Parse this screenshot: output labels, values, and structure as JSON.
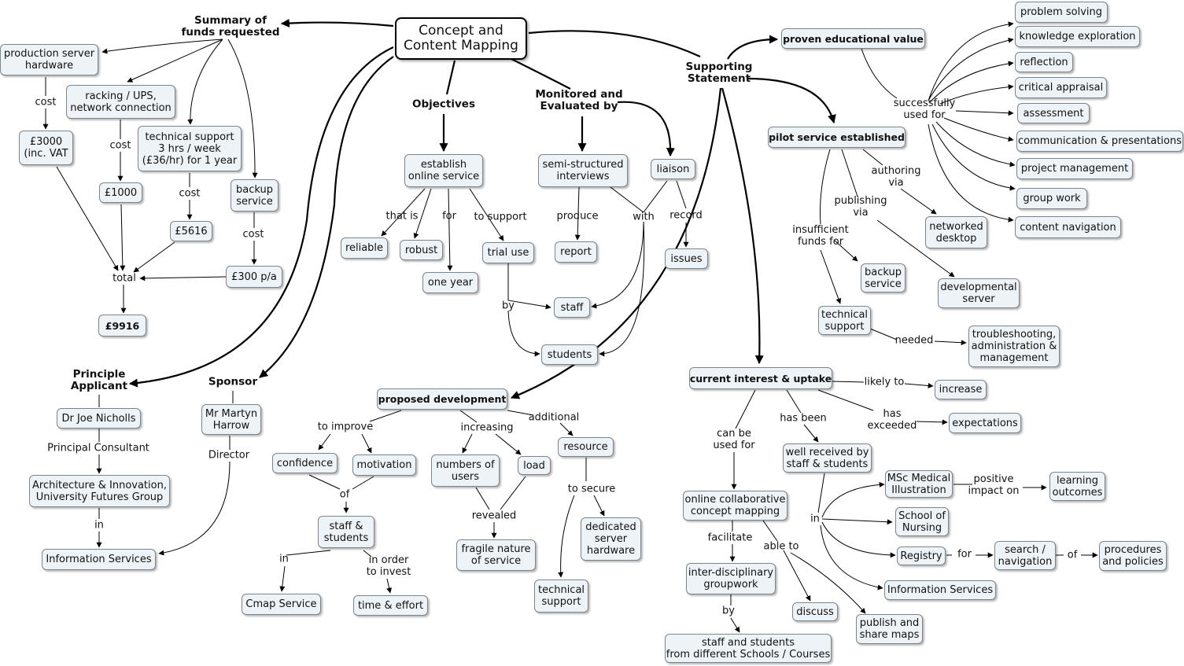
{
  "concept_map": {
    "nodes": {
      "root": "Concept and\nContent Mapping",
      "prod_server": "production server\nhardware",
      "c3000": "£3000\n(inc. VAT",
      "racking": "racking / UPS,\nnetwork connection",
      "c1000": "£1000",
      "tech_support_top": "technical support\n3 hrs / week\n(£36/hr) for 1 year",
      "c5616": "£5616",
      "backup_top": "backup\nservice",
      "c300": "£300 p/a",
      "total9916": "£9916",
      "establish": "establish\nonline service",
      "reliable": "reliable",
      "robust": "robust",
      "one_year": "one year",
      "trial_use": "trial use",
      "staff": "staff",
      "students": "students",
      "semi": "semi-structured\ninterviews",
      "report": "report",
      "liaison": "liaison",
      "issues": "issues",
      "proven": "proven educational value",
      "pilot": "pilot service established",
      "networked": "networked\ndesktop",
      "developmental": "developmental\nserver",
      "backup_mid": "backup\nservice",
      "tech_support_mid": "technical\nsupport",
      "troubleshooting": "troubleshooting,\nadministration &\nmanagement",
      "ps": "problem solving",
      "ke": "knowledge exploration",
      "refl": "reflection",
      "ca": "critical appraisal",
      "assess": "assessment",
      "comm": "communication & presentations",
      "pm": "project management",
      "gw": "group work",
      "cn": "content navigation",
      "current": "current interest & uptake",
      "increase": "increase",
      "expectations": "expectations",
      "well_received": "well received by\nstaff & students",
      "msc": "MSc Medical\nIllustration",
      "learning_outcomes": "learning\noutcomes",
      "nursing": "School of\nNursing",
      "registry": "Registry",
      "search_nav": "search /\nnavigation",
      "procedures": "procedures\nand policies",
      "info_services_right": "Information Services",
      "online_collab": "online collaborative\nconcept mapping",
      "interdisciplinary": "inter-disciplinary\ngroupwork",
      "discuss": "discuss",
      "publish_share": "publish and\nshare maps",
      "staff_students_schools": "staff and students\nfrom different Schools / Courses",
      "proposed": "proposed development",
      "confidence": "confidence",
      "motivation": "motivation",
      "staff_students": "staff &\nstudents",
      "cmap": "Cmap Service",
      "time_effort": "time & effort",
      "numbers": "numbers of\nusers",
      "load": "load",
      "fragile": "fragile nature\nof service",
      "resource": "resource",
      "dedicated": "dedicated\nserver\nhardware",
      "tech_support_bottom": "technical\nsupport",
      "joe": "Dr Joe Nicholls",
      "arch": "Architecture & Innovation,\nUniversity Futures Group",
      "info_services_left": "Information Services",
      "martyn": "Mr Martyn\nHarrow"
    },
    "labels": {
      "summary": "Summary of\nfunds requested",
      "objectives": "Objectives",
      "monitored": "Monitored and\nEvaluated by",
      "supporting": "Supporting\nStatement",
      "principle": "Principle\nApplicant",
      "sponsor": "Sponsor",
      "cost1": "cost",
      "cost2": "cost",
      "cost3": "cost",
      "cost4": "cost",
      "total": "total",
      "that_is": "that is",
      "for1": "for",
      "to_support": "to support",
      "by1": "by",
      "produce": "produce",
      "with": "with",
      "record": "record",
      "successfully": "successfully\nused for",
      "authoring": "authoring\nvia",
      "publishing": "publishing\nvia",
      "insufficient": "insufficient\nfunds for",
      "needed": "needed",
      "likely_to": "likely to",
      "has_exceeded": "has\nexceeded",
      "has_been": "has been",
      "can_be_used": "can be\nused for",
      "in_right": "in",
      "positive_impact": "positive\nimpact on",
      "for2": "for",
      "of_right": "of",
      "facilitate": "facilitate",
      "able_to": "able to",
      "by2": "by",
      "to_improve": "to improve",
      "increasing": "increasing",
      "additional": "additional",
      "of_mid": "of",
      "in_mid": "in",
      "in_order": "in order\nto invest",
      "revealed": "revealed",
      "to_secure": "to secure",
      "principal_consultant": "Principal Consultant",
      "in_left": "in",
      "director": "Director"
    }
  }
}
